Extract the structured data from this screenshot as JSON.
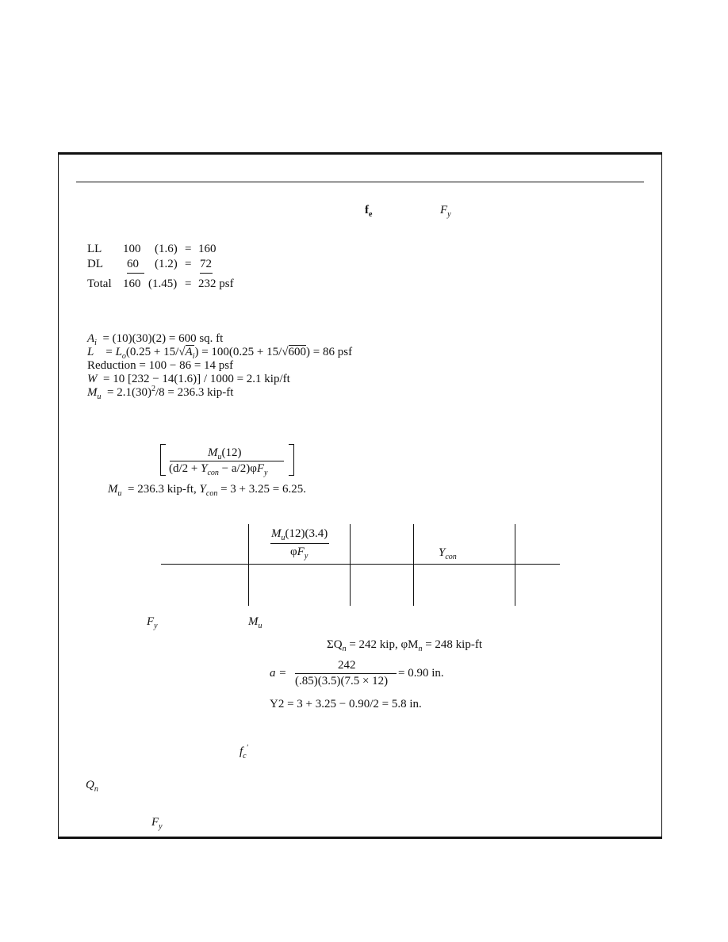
{
  "header_symbols": {
    "fe": "f",
    "fe_sub": "e",
    "fy": "F",
    "fy_sub": "y"
  },
  "loads": {
    "rows": [
      {
        "name": "LL",
        "val": "100",
        "factor": "(1.6)",
        "eq": "=",
        "res": "160"
      },
      {
        "name": "DL",
        "val": "60",
        "factor": "(1.2)",
        "eq": "=",
        "res": "72"
      },
      {
        "name": "Total",
        "val": "160",
        "factor": "(1.45)",
        "eq": "=",
        "res": "232 psf"
      }
    ]
  },
  "reduction": {
    "ai": "= (10)(30)(2) = 600 sq. ft",
    "l_a": "= ",
    "l_b": "(0.25 + 15/√",
    "l_c": ") = 100(0.25 + 15/√",
    "l_c2": "600",
    "l_d": ") = 86 psf",
    "red": "Reduction = 100 − 86 = 14 psf",
    "w": "= 10 [232 − 14(1.6)] / 1000 = 2.1 kip/ft",
    "mu": "= 2.1(30)",
    "mu_sup": "2",
    "mu_tail": "/8 = 236.3 kip-ft"
  },
  "formula": {
    "num": "(12)",
    "den_a": "(d/2 + ",
    "den_b": " − a/2)φ",
    "mu_line_a": "= 236.3 kip-ft, ",
    "mu_line_b": "= 3 + 3.25 = 6.25."
  },
  "table": {
    "col2_num": "(12)(3.4)",
    "col2_den_a": "φ",
    "col4": "Y"
  },
  "lower": {
    "fy": "F",
    "mu": "M",
    "qn_line_a": "ΣQ",
    "qn_line_b": " = 242 kip, φM",
    "qn_line_c": " = 248 kip-ft",
    "a_num": "242",
    "a_eq": "a =",
    "a_den": "(.85)(3.5)(7.5 × 12)",
    "a_res": "= 0.90 in.",
    "y2": "Y2 = 3 + 3.25 − 0.90/2 = 5.8 in.",
    "fc": "f",
    "qn": "Q",
    "fy2": "F"
  }
}
